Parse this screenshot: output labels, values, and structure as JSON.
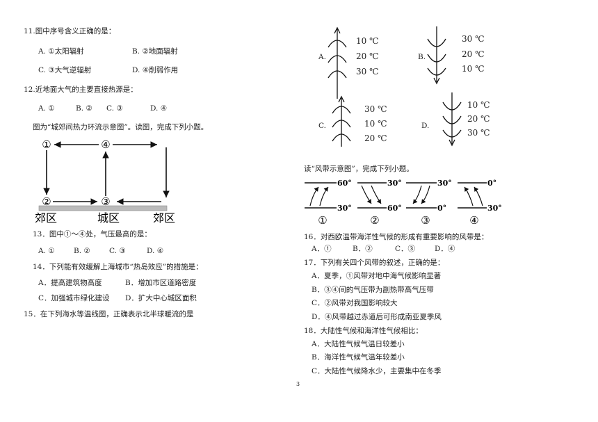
{
  "q11": {
    "stem": "11.图中序号含义正确的是：",
    "a": "A. ①太阳辐射",
    "b": "B. ②地面辐射",
    "c": "C. ③大气逆辐射",
    "d": "D. ④削弱作用"
  },
  "q12": {
    "stem": "12.近地面大气的主要直接热源是：",
    "a": "A. ①",
    "b": "B. ②",
    "c": "C. ③",
    "d": "D. ④"
  },
  "intro_city": "图为“城郊间热力环流示意图”。读图，完成下列小题。",
  "city_diagram": {
    "n1": "①",
    "n2": "②",
    "n3": "③",
    "n4": "④",
    "suburb_left": "郊区",
    "city": "城区",
    "suburb_right": "郊区"
  },
  "q13": {
    "stem": "13．图中①～④处，气压最高的是：",
    "a": "A. ①",
    "b": "B. ②",
    "c": "C. ③",
    "d": "D. ④"
  },
  "q14": {
    "stem": "14．下列能有效缓解上海城市“热岛效应”的措施是：",
    "a": "A．提高建筑物高度",
    "b": "B．增加市区道路密度",
    "c": "C．加强城市绿化建设",
    "d": "D．扩大中心城区面积"
  },
  "q15": {
    "stem": "15．在下列海水等温线图，正确表示北半球暖流的是"
  },
  "isotherms": {
    "A": {
      "letter": "A.",
      "t1": "10 ℃",
      "t2": "20 ℃",
      "t3": "30 ℃"
    },
    "B": {
      "letter": "B.",
      "t1": "30 ℃",
      "t2": "20 ℃",
      "t3": "10 ℃"
    },
    "C": {
      "letter": "C.",
      "t1": "30 ℃",
      "t2": "10 ℃",
      "t3": "20 ℃"
    },
    "D": {
      "letter": "D.",
      "t1": "10 ℃",
      "t2": "20 ℃",
      "t3": "30 ℃"
    }
  },
  "intro_wind": "读“风带示意图”，完成下列小题。",
  "wind_diagram": {
    "p1": {
      "top": "60°",
      "bottom": "30°",
      "num": "①"
    },
    "p2": {
      "top": "30°",
      "bottom": "60°",
      "num": "②"
    },
    "p3": {
      "top": "30°",
      "bottom": "0°",
      "num": "③"
    },
    "p4": {
      "top": "0°",
      "bottom": "30°",
      "num": "④"
    }
  },
  "q16": {
    "stem": "16．对西欧温带海洋性气候的形成有重要影响的风带是：",
    "a": "A．①",
    "b": "B．②",
    "c": "C．③",
    "d": "D．④"
  },
  "q17": {
    "stem": "17．下列有关四个风带的叙述，正确的是：",
    "a": "A．夏季，①风带对地中海气候影响显著",
    "b": "B．③④间的气压带为副热带高气压带",
    "c": "C．②风带对我国影响较大",
    "d": "D．④风带越过赤道后可形成南亚夏季风"
  },
  "q18": {
    "stem": "18．大陆性气候和海洋性气候相比：",
    "a": "A．大陆性气候气温日较差小",
    "b": "B．海洋性气候气温年较差小",
    "c": "C．大陆性气候降水少，主要集中在冬季"
  },
  "page_number": "3"
}
